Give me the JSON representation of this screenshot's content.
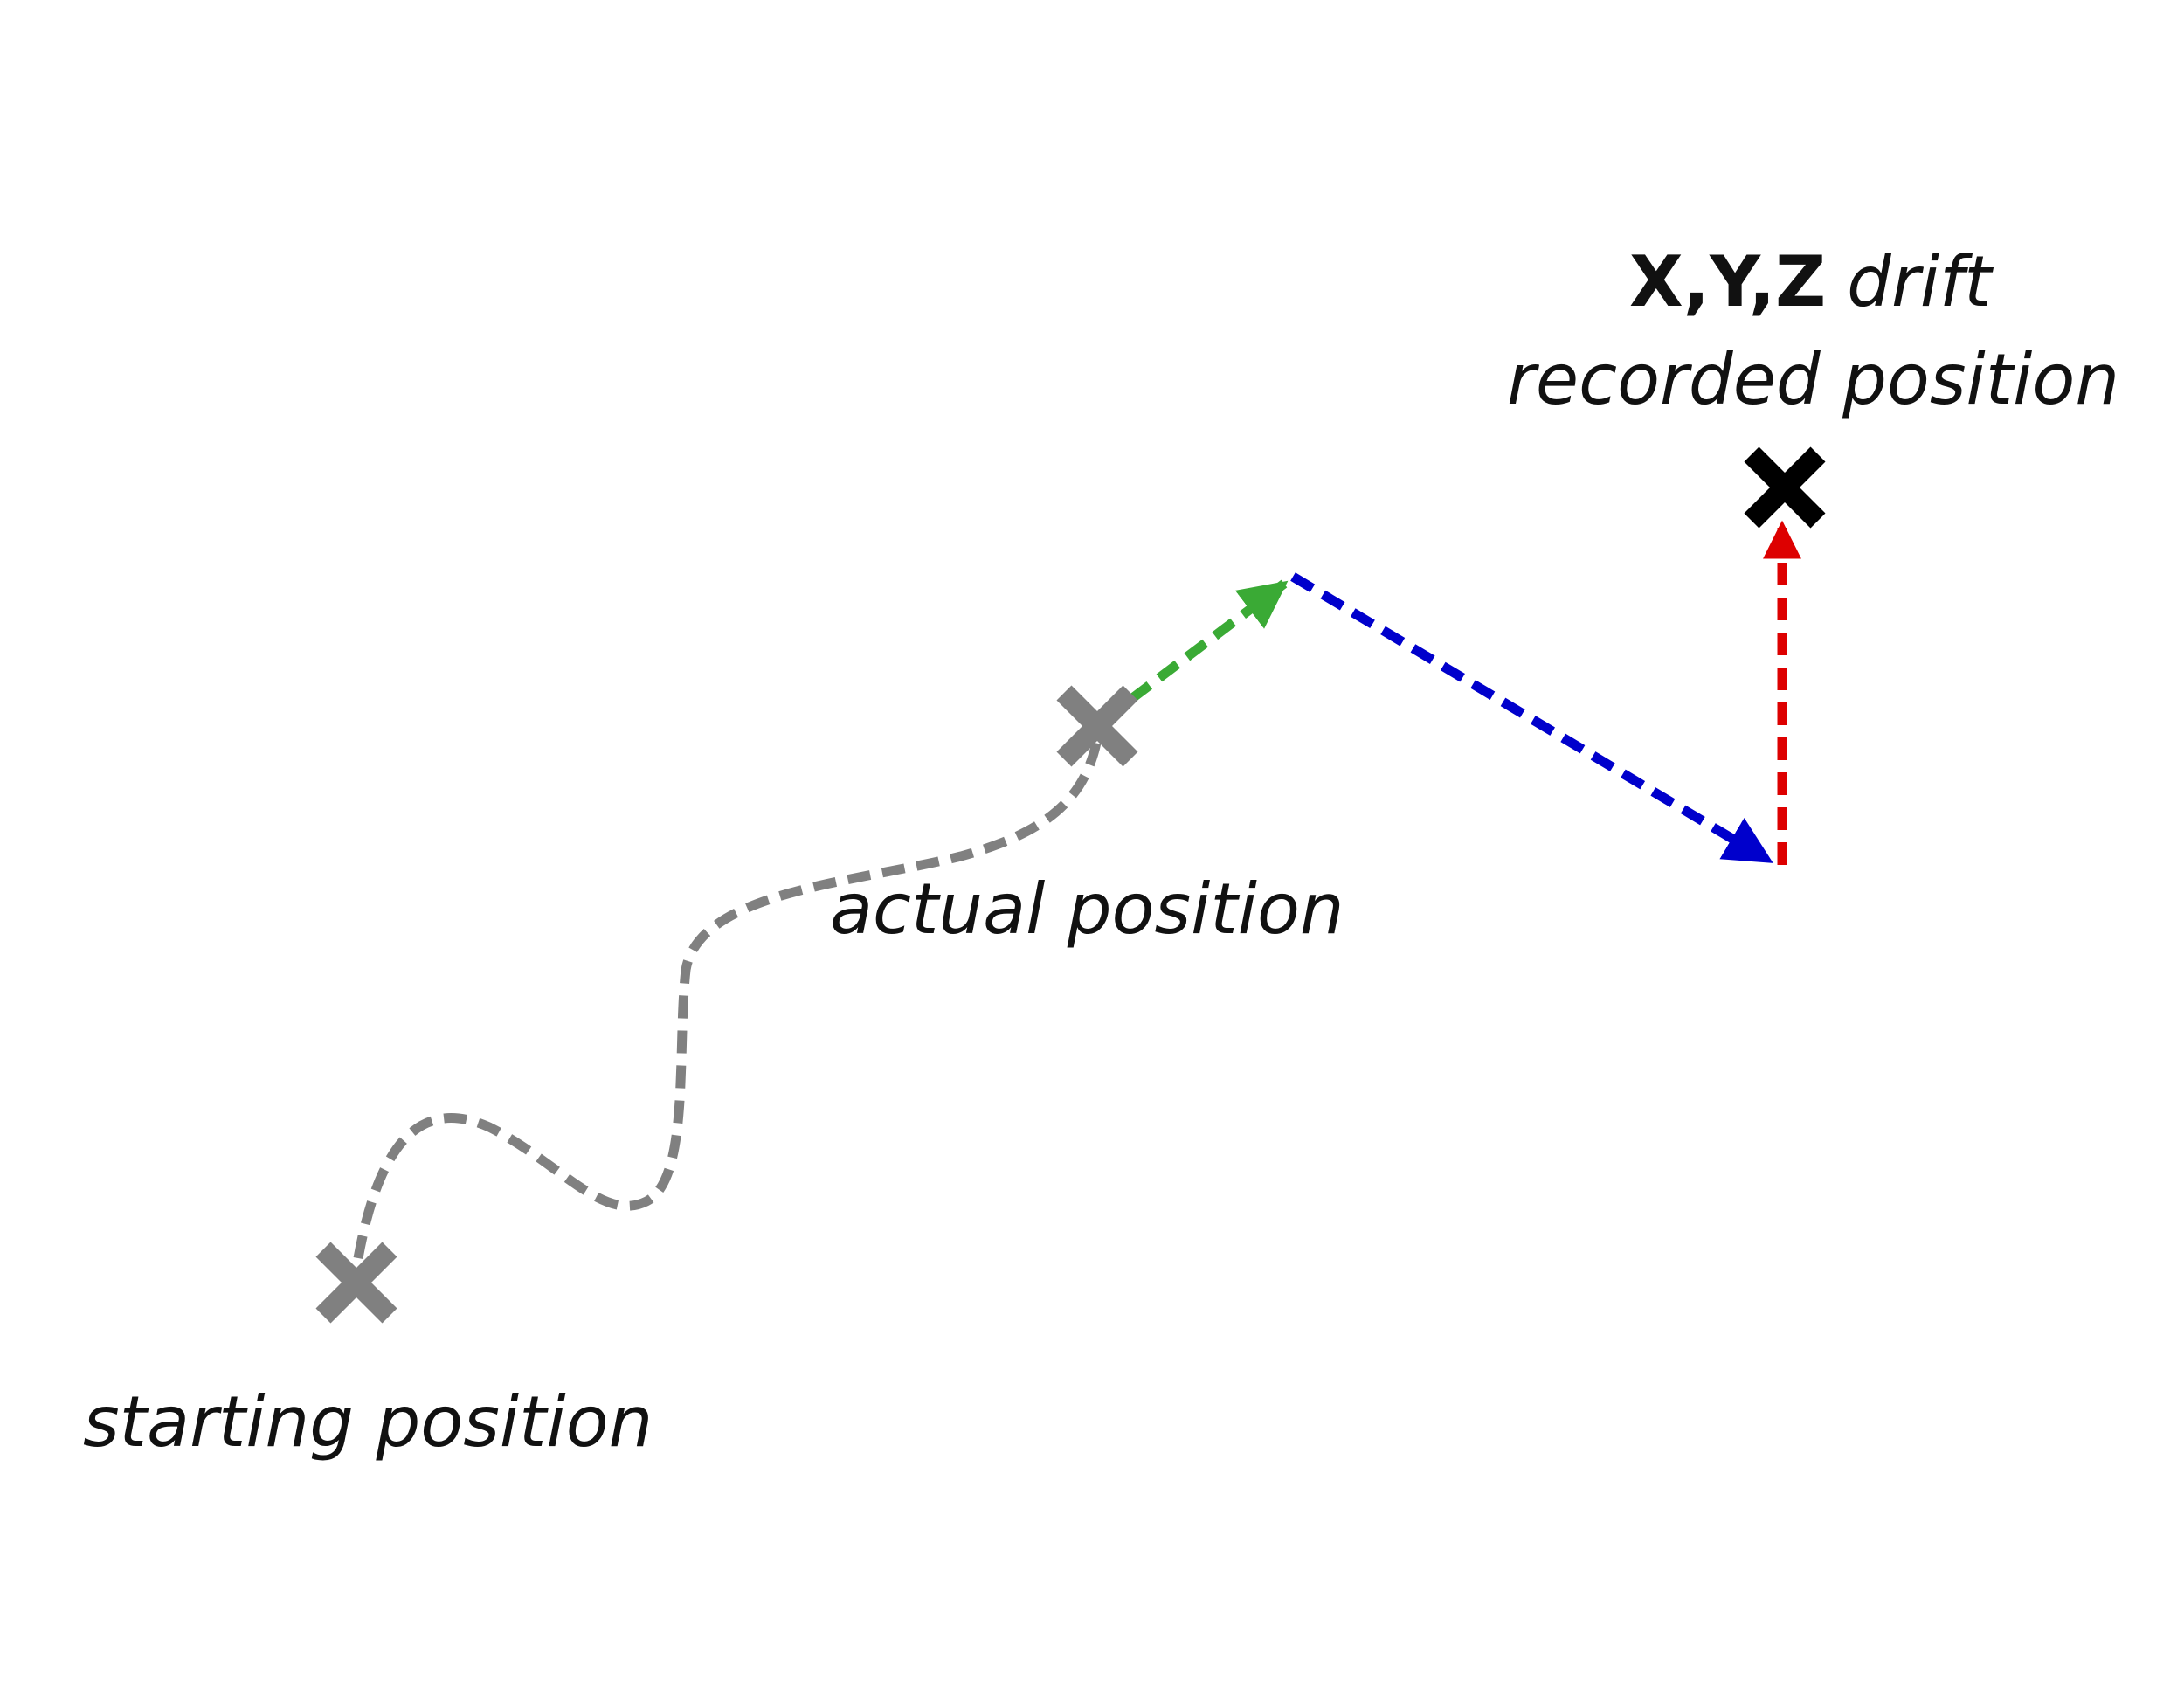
{
  "labels": {
    "starting": "starting position",
    "actual": "actual position",
    "drift_axes": "X,Y,Z",
    "drift_word": "drift",
    "recorded": "recorded position"
  },
  "colors": {
    "path": "#808080",
    "start_marker": "#808080",
    "actual_marker": "#808080",
    "recorded_marker": "#000000",
    "drift_x": "#3aaa35",
    "drift_y": "#0000cc",
    "drift_z": "#dd0000",
    "text": "#111111"
  },
  "icons": {
    "start_marker": "x-mark-icon",
    "actual_marker": "x-mark-icon",
    "recorded_marker": "x-mark-icon"
  }
}
